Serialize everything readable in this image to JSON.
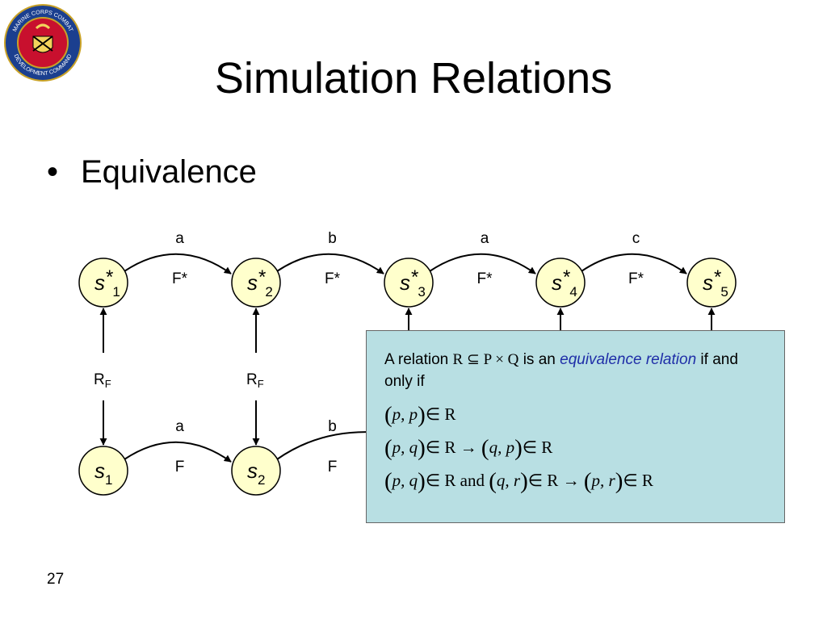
{
  "header": {
    "title": "Simulation Relations"
  },
  "bullet": {
    "marker": "•",
    "text": "Equivalence"
  },
  "logo": {
    "top_text": "MARINE CORPS COMBAT",
    "bottom_text": "DEVELOPMENT COMMAND"
  },
  "diagram": {
    "top_nodes": [
      {
        "base": "s",
        "sup": "*",
        "sub": "1"
      },
      {
        "base": "s",
        "sup": "*",
        "sub": "2"
      },
      {
        "base": "s",
        "sup": "*",
        "sub": "3"
      },
      {
        "base": "s",
        "sup": "*",
        "sub": "4"
      },
      {
        "base": "s",
        "sup": "*",
        "sub": "5"
      }
    ],
    "bottom_nodes": [
      {
        "base": "s",
        "sub": "1"
      },
      {
        "base": "s",
        "sub": "2"
      }
    ],
    "top_edges": [
      {
        "event": "a",
        "map": "F*"
      },
      {
        "event": "b",
        "map": "F*"
      },
      {
        "event": "a",
        "map": "F*"
      },
      {
        "event": "c",
        "map": "F*"
      }
    ],
    "bottom_edges": [
      {
        "event": "a",
        "map": "F"
      },
      {
        "event": "b",
        "map": "F"
      }
    ],
    "relation_labels": [
      {
        "base": "R",
        "sub": "F"
      },
      {
        "base": "R",
        "sub": "F"
      }
    ]
  },
  "definition": {
    "intro_prefix": "A relation",
    "intro_math": "R ⊆ P × Q",
    "intro_mid": "is an",
    "term": "equivalence relation",
    "intro_suffix": "if and only if",
    "reflexive": {
      "pair": "p, p",
      "in_rel": "∈ R"
    },
    "symmetric": {
      "pair1": "p, q",
      "in_rel1": "∈ R →",
      "pair2": "q, p",
      "in_rel2": "∈ R"
    },
    "transitive": {
      "pair1": "p, q",
      "in_rel1": "∈ R",
      "conj": "and",
      "pair2": "q, r",
      "in_rel2": "∈ R →",
      "pair3": "p, r",
      "in_rel3": "∈ R"
    }
  },
  "footer": {
    "page_number": "27"
  }
}
